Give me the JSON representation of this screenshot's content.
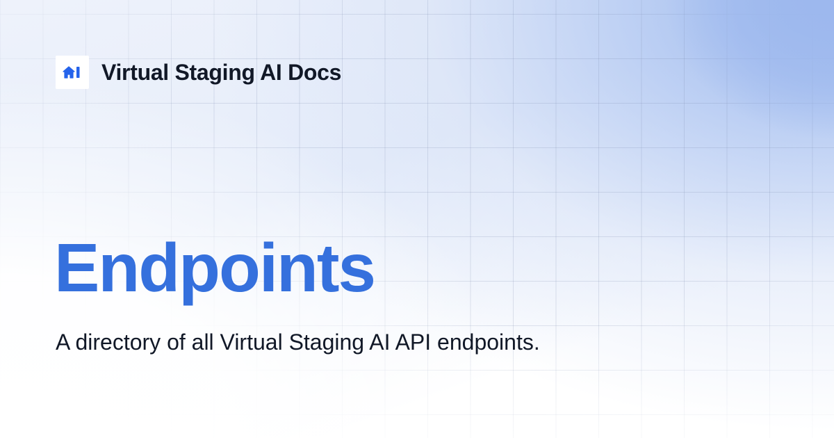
{
  "header": {
    "logo_icon": "house-ai-logo-icon",
    "site_title": "Virtual Staging AI Docs"
  },
  "main": {
    "title": "Endpoints",
    "description": "A directory of all Virtual Staging AI API endpoints."
  },
  "colors": {
    "accent": "#3570DD",
    "logo_blue": "#2563EB",
    "text_dark": "#111827",
    "bg_corner": "#9DB8EE"
  }
}
